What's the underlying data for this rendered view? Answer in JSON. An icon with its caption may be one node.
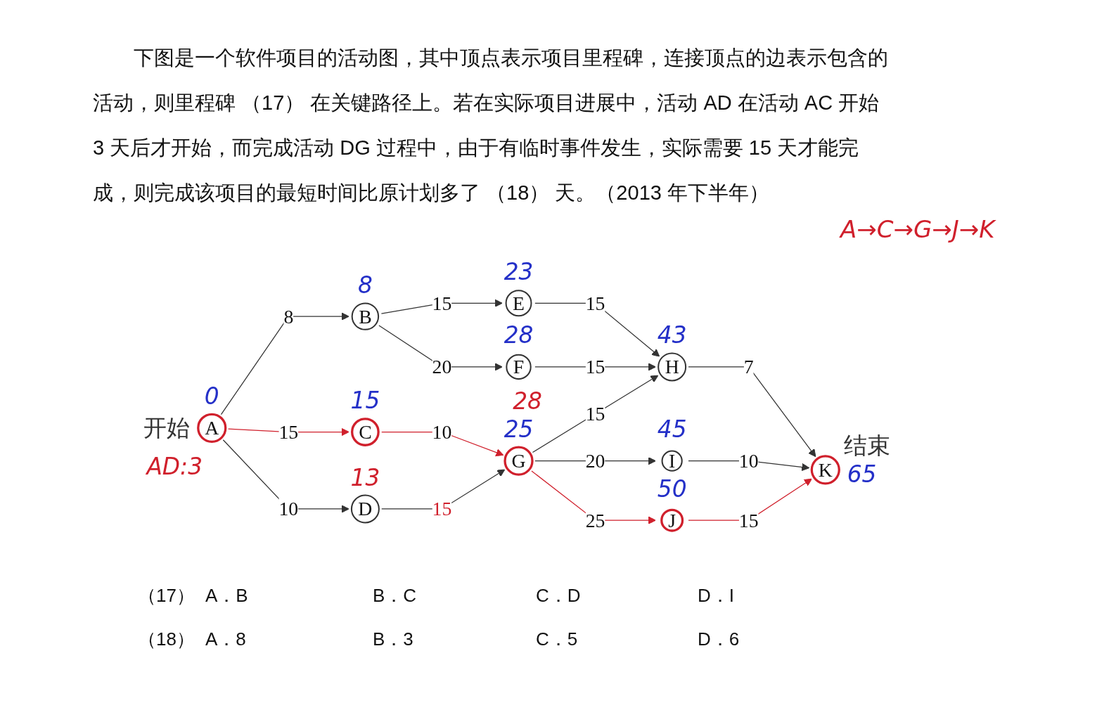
{
  "diagram": {
    "nodes": [
      {
        "text": [
          "A"
        ],
        "beside": [
          "开始",
          "0",
          "AD:3"
        ]
      },
      {
        "text": [
          "B"
        ],
        "beside": [
          "8"
        ]
      },
      {
        "text": [
          "C"
        ],
        "beside": [
          "15"
        ]
      },
      {
        "text": [
          "D"
        ],
        "beside": [
          "13"
        ]
      },
      {
        "text": [
          "E"
        ],
        "beside": [
          "23"
        ]
      },
      {
        "text": [
          "F"
        ],
        "beside": [
          "28"
        ]
      },
      {
        "text": [
          "G"
        ],
        "beside": [
          "25",
          "28"
        ]
      },
      {
        "text": [
          "H"
        ],
        "beside": [
          "43"
        ]
      },
      {
        "text": [
          "I"
        ],
        "beside": [
          "45"
        ]
      },
      {
        "text": [
          "J"
        ],
        "beside": [
          "50"
        ]
      },
      {
        "text": [
          "K"
        ],
        "beside": [
          "结束",
          "65"
        ]
      }
    ],
    "edges": [
      {
        "from": 0,
        "to": 1,
        "arrow": "to",
        "label": "8"
      },
      {
        "from": 0,
        "to": 2,
        "arrow": "to",
        "label": "15",
        "color": "#d0202c"
      },
      {
        "from": 0,
        "to": 3,
        "arrow": "to",
        "label": "10"
      },
      {
        "from": 1,
        "to": 4,
        "arrow": "to",
        "label": "15"
      },
      {
        "from": 1,
        "to": 5,
        "arrow": "to",
        "label": "20"
      },
      {
        "from": 2,
        "to": 6,
        "arrow": "to",
        "label": "10",
        "color": "#d0202c"
      },
      {
        "from": 3,
        "to": 6,
        "arrow": "to",
        "label": "15"
      },
      {
        "from": 4,
        "to": 7,
        "arrow": "to",
        "label": "15"
      },
      {
        "from": 5,
        "to": 7,
        "arrow": "to",
        "label": "15"
      },
      {
        "from": 6,
        "to": 7,
        "arrow": "to",
        "label": "15"
      },
      {
        "from": 6,
        "to": 8,
        "arrow": "to",
        "label": "20"
      },
      {
        "from": 6,
        "to": 9,
        "arrow": "to",
        "label": "25",
        "color": "#d0202c"
      },
      {
        "from": 7,
        "to": 10,
        "arrow": "to",
        "label": "7"
      },
      {
        "from": 8,
        "to": 10,
        "arrow": "to",
        "label": "10"
      },
      {
        "from": 9,
        "to": 10,
        "arrow": "to",
        "label": "15",
        "color": "#d0202c"
      }
    ],
    "labels": [
      "下图是一个软件项目的活动图，其中顶点表示项目里程碑，连接顶点的边表示包含的活动，则里程碑 （17） 在关键路径上。若在实际项目进展中，活动 AD 在活动 AC 开始 3 天后才开始，而完成活动 DG 过程中，由于有临时事件发生，实际需要 15 天才能完成，则完成该项目的最短时间比原计划多了 （18） 天。（2013 年下半年）",
      "A→C→G→J→K",
      "（17）",
      "A．B",
      "B．C",
      "C．D",
      "D．I",
      "（18）",
      "A．8",
      "B．3",
      "C．5",
      "D．6"
    ]
  }
}
